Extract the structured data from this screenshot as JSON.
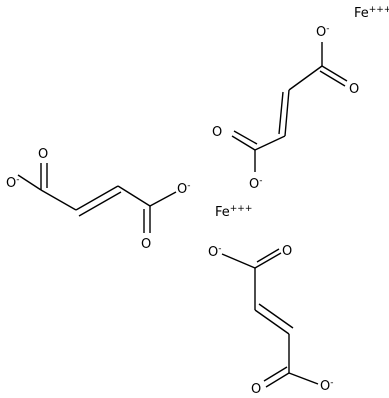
{
  "molecule": {
    "ions": [
      {
        "symbol": "Fe",
        "charge": "+++"
      },
      {
        "symbol": "Fe",
        "charge": "+++"
      }
    ],
    "atom_labels": {
      "oxygen": "O",
      "negative_charge": "-"
    },
    "fumarates": [
      {
        "name": "fumarate-top-right"
      },
      {
        "name": "fumarate-left"
      },
      {
        "name": "fumarate-bottom"
      }
    ],
    "colors": {
      "line": "#000000",
      "background": "#ffffff"
    }
  }
}
